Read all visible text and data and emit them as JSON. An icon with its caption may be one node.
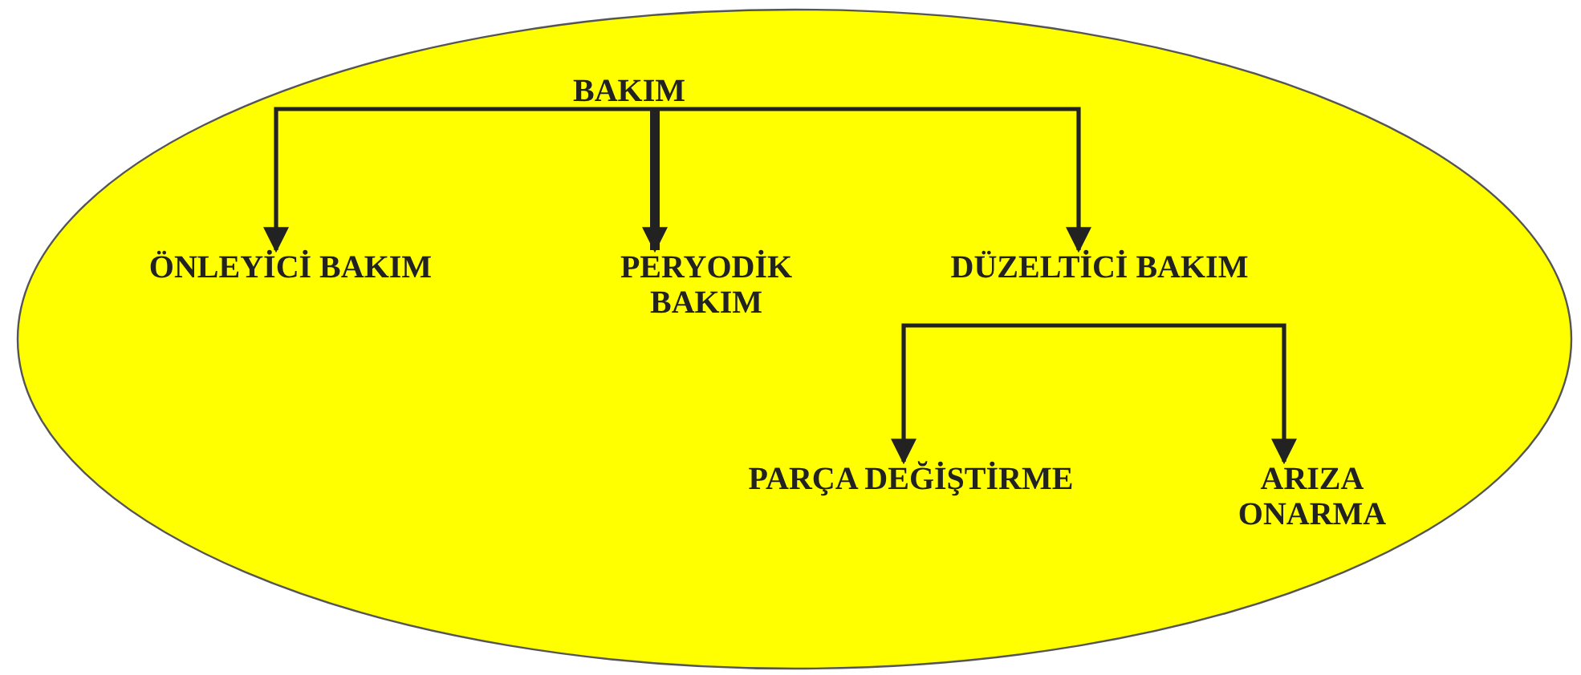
{
  "diagram": {
    "nodes": [
      {
        "text": [],
        "shape": "ellipse"
      },
      {
        "text": [
          "BAKIM"
        ],
        "in": 0
      },
      {
        "text": [
          "ÖNLEYİCİ BAKIM"
        ],
        "in": 0
      },
      {
        "text": [
          "PERYODİK BAKIM"
        ],
        "in": 0
      },
      {
        "text": [
          "DÜZELTİCİ BAKIM"
        ],
        "in": 0
      },
      {
        "text": [
          "PARÇA DEĞİŞTİRME"
        ],
        "in": 0
      },
      {
        "text": [
          "ARIZA ONARMA"
        ],
        "in": 0
      }
    ],
    "edges": [
      {
        "from": 1,
        "to": 2,
        "arrow": "to"
      },
      {
        "from": 1,
        "to": 3,
        "arrow": "to",
        "style": "thick"
      },
      {
        "from": 1,
        "to": 4,
        "arrow": "to"
      },
      {
        "from": 4,
        "to": 5,
        "arrow": "to"
      },
      {
        "from": 4,
        "to": 6,
        "arrow": "to"
      }
    ]
  }
}
